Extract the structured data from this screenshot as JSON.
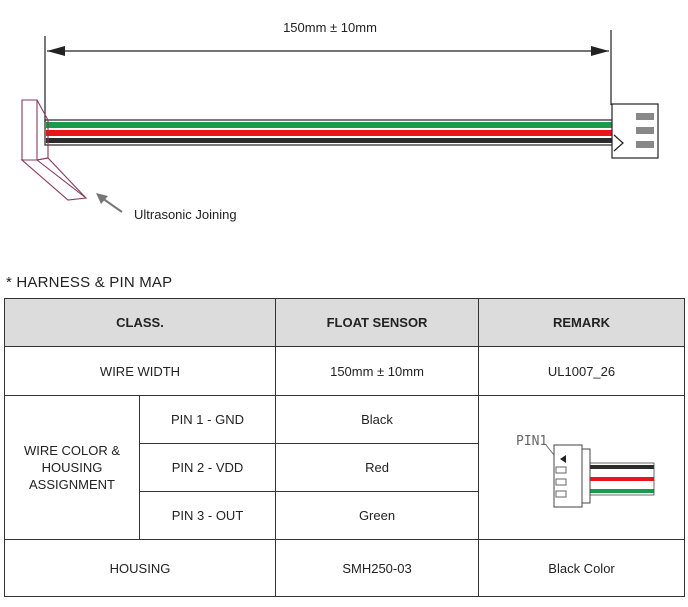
{
  "diagram": {
    "dimension_label": "150mm ± 10mm",
    "callout_label": "Ultrasonic Joining",
    "wire_colors": {
      "green": "#1a9a4a",
      "red": "#e8151b",
      "black": "#2b2b2b",
      "outline": "#222222",
      "joint": "#8a3a5a"
    }
  },
  "harness_title": "* HARNESS & PIN MAP",
  "table": {
    "headers": {
      "class": "CLASS.",
      "float_sensor": "FLOAT SENSOR",
      "remark": "REMARK"
    },
    "wire_width": {
      "label": "WIRE WIDTH",
      "value": "150mm ± 10mm",
      "remark": "UL1007_26"
    },
    "wire_color": {
      "group_label_line1": "WIRE COLOR &",
      "group_label_line2": "HOUSING",
      "group_label_line3": "ASSIGNMENT",
      "pins": [
        {
          "pin": "PIN 1 - GND",
          "color": "Black"
        },
        {
          "pin": "PIN 2 - VDD",
          "color": "Red"
        },
        {
          "pin": "PIN 3 - OUT",
          "color": "Green"
        }
      ],
      "remark_pin_label": "PIN1"
    },
    "housing": {
      "label": "HOUSING",
      "value": "SMH250-03",
      "remark": "Black Color"
    }
  }
}
